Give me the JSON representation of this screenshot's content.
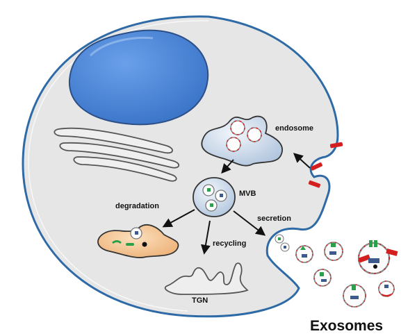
{
  "labels": {
    "endosome": "endosome",
    "mvb": "MVB",
    "degradation": "degradation",
    "secretion": "secretion",
    "recycling": "recycling",
    "tgn": "TGN",
    "exosomes": "Exosomes"
  },
  "colors": {
    "cell_fill": "#e6e6e6",
    "cell_outline": "#2e6aa6",
    "nucleus": "#4a86d8",
    "vesicle_fill": "#c9d8ea",
    "lysosome_fill": "#f4c898",
    "receptor": "#d41f1f",
    "protein_green": "#2aa04a",
    "protein_blue": "#3c5a8c"
  }
}
